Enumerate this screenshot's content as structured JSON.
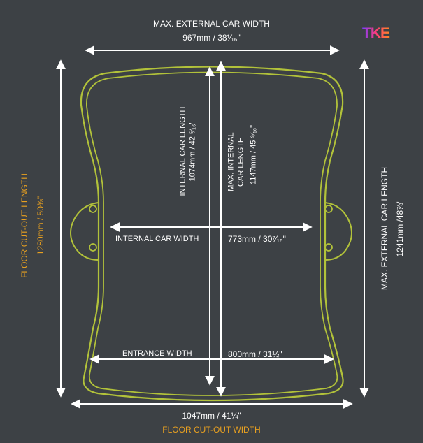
{
  "colors": {
    "background": "#3d4145",
    "outline": "#b2c23a",
    "text": "#ffffff",
    "accent_orange": "#e8a020",
    "logo_gradient": [
      "#7a3cff",
      "#ff3c7a",
      "#ff8a1e"
    ]
  },
  "logo": {
    "text": "TKE"
  },
  "labels": {
    "max_external_width": {
      "title": "MAX. EXTERNAL CAR WIDTH",
      "value": "967mm / 38¹⁄₁₆\""
    },
    "internal_car_length": {
      "title": "INTERNAL CAR LENGTH",
      "value": "1074mm / 42 ⁵⁄₁₆\""
    },
    "max_internal_car_length": {
      "title_line1": "MAX. INTERNAL",
      "title_line2": "CAR LENGTH",
      "value": "1147mm / 45 ⁹⁄₁₆\""
    },
    "internal_car_width": {
      "title": "INTERNAL CAR WIDTH",
      "value": "773mm / 30⁷⁄₁₆\""
    },
    "entrance_width": {
      "title": "ENTRANCE WIDTH",
      "value": "800mm / 31½\""
    },
    "floor_cutout_length": {
      "title": "FLOOR CUT-OUT LENGTH",
      "value": "1280mm / 50⅜\""
    },
    "max_external_length": {
      "title": "MAX. EXTERNAL CAR LENGTH",
      "value": "1241mm /48⅞\""
    },
    "floor_cutout_width": {
      "title": "FLOOR CUT-OUT WIDTH",
      "value": "1047mm / 41¼\""
    }
  }
}
